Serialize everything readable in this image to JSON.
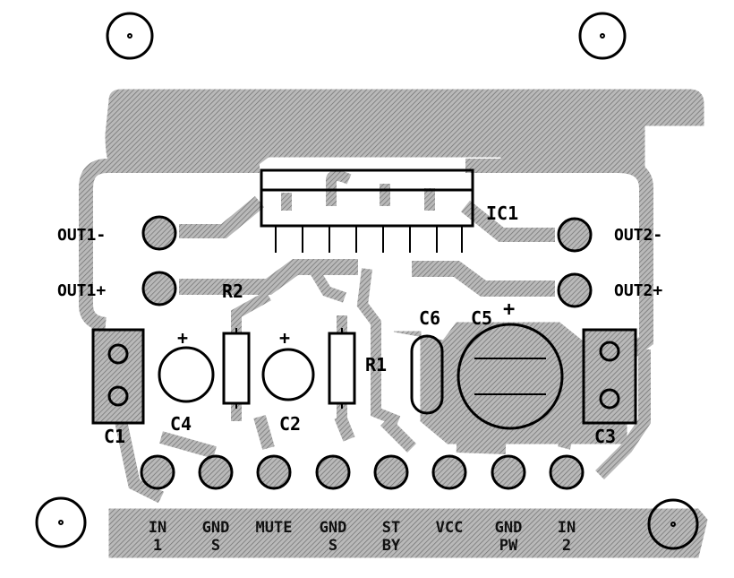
{
  "board": {
    "colors": {
      "copper": "#9a9a9a",
      "silk": "#000000",
      "background": "#ffffff"
    }
  },
  "chip": {
    "label": "IC1"
  },
  "outputs": {
    "out1_minus": "OUT1-",
    "out1_plus": "OUT1+",
    "out2_minus": "OUT2-",
    "out2_plus": "OUT2+"
  },
  "components": {
    "r1": "R1",
    "r2": "R2",
    "c1": "C1",
    "c2": "C2",
    "c3": "C3",
    "c4": "C4",
    "c5": "C5",
    "c6": "C6",
    "plus": "+"
  },
  "connector": {
    "pins": [
      {
        "line1": "IN",
        "line2": "1"
      },
      {
        "line1": "GND",
        "line2": "S"
      },
      {
        "line1": "MUTE",
        "line2": ""
      },
      {
        "line1": "GND",
        "line2": "S"
      },
      {
        "line1": "ST",
        "line2": "BY"
      },
      {
        "line1": "VCC",
        "line2": ""
      },
      {
        "line1": "GND",
        "line2": "PW"
      },
      {
        "line1": "IN",
        "line2": "2"
      }
    ]
  }
}
